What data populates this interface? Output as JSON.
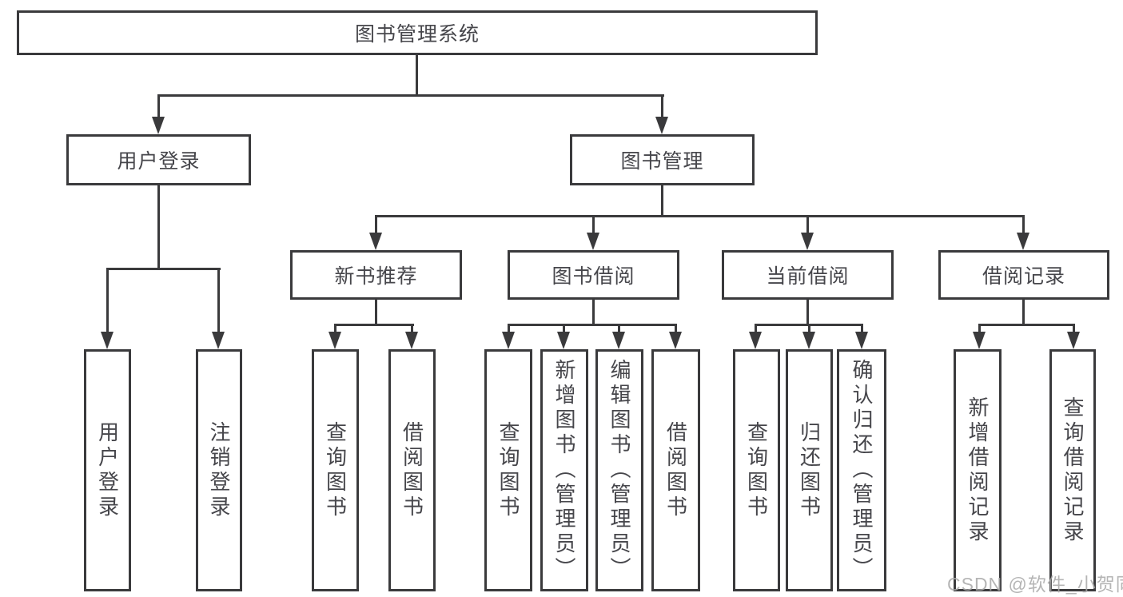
{
  "tree": {
    "root": "图书管理系统",
    "children": [
      {
        "label": "用户登录",
        "children": [
          "用户登录",
          "注销登录"
        ]
      },
      {
        "label": "图书管理",
        "children": [
          {
            "label": "新书推荐",
            "children": [
              "查询图书",
              "借阅图书"
            ]
          },
          {
            "label": "图书借阅",
            "children": [
              "查询图书",
              "新增图书（管理员）",
              "编辑图书（管理员）",
              "借阅图书"
            ]
          },
          {
            "label": "当前借阅",
            "children": [
              "查询图书",
              "归还图书",
              "确认归还（管理员）"
            ]
          },
          {
            "label": "借阅记录",
            "children": [
              "新增借阅记录",
              "查询借阅记录"
            ]
          }
        ]
      }
    ]
  },
  "watermark": "CSDN @软件_小贺同学",
  "colors": {
    "line": "#3a3a3c",
    "text": "#46464b",
    "watermark": "#a9a9a9",
    "background": "#ffffff"
  }
}
